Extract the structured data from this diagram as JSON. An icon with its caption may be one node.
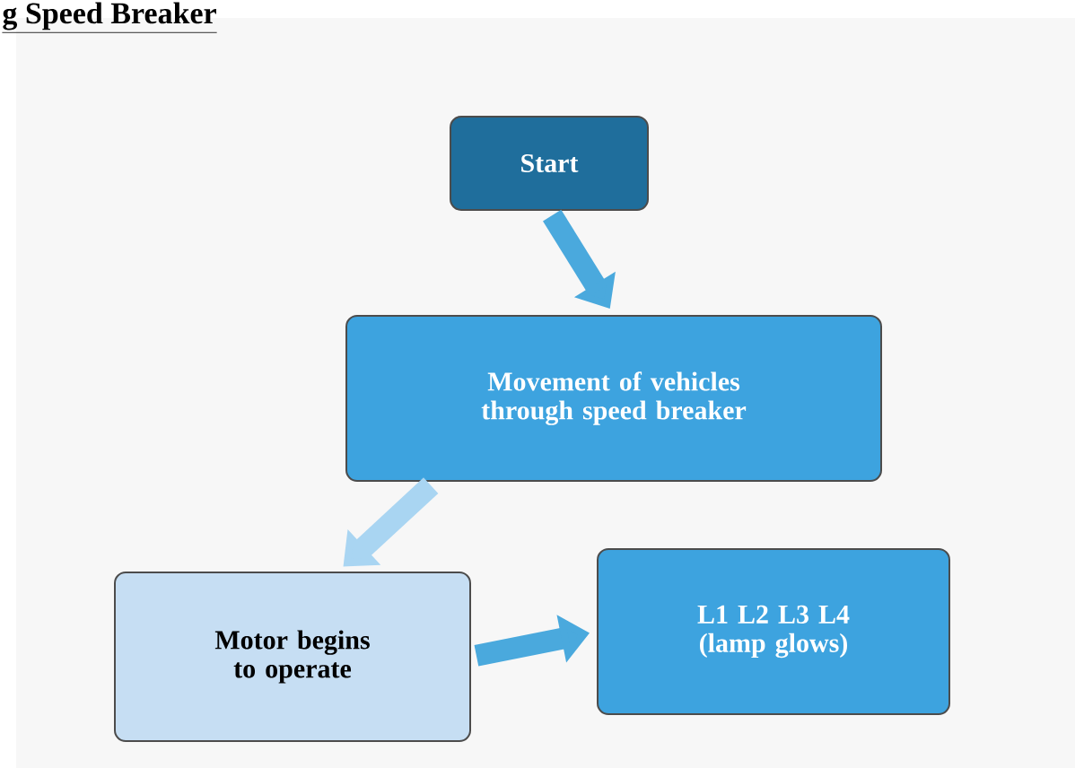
{
  "diagram": {
    "title": "g Speed Breaker",
    "nodes": [
      {
        "text": [
          "Start"
        ]
      },
      {
        "text": [
          "Movement of vehicles through speed breaker"
        ]
      },
      {
        "text": [
          "Motor begins to operate"
        ]
      },
      {
        "text": [
          "L1 L2 L3 L4 (lamp glows)"
        ]
      }
    ],
    "edges": [
      {
        "from": 0,
        "to": 1,
        "arrow": "to"
      },
      {
        "from": 1,
        "to": 2,
        "arrow": "to",
        "color": "#a9d5f2"
      },
      {
        "from": 2,
        "to": 3,
        "arrow": "to"
      }
    ]
  }
}
